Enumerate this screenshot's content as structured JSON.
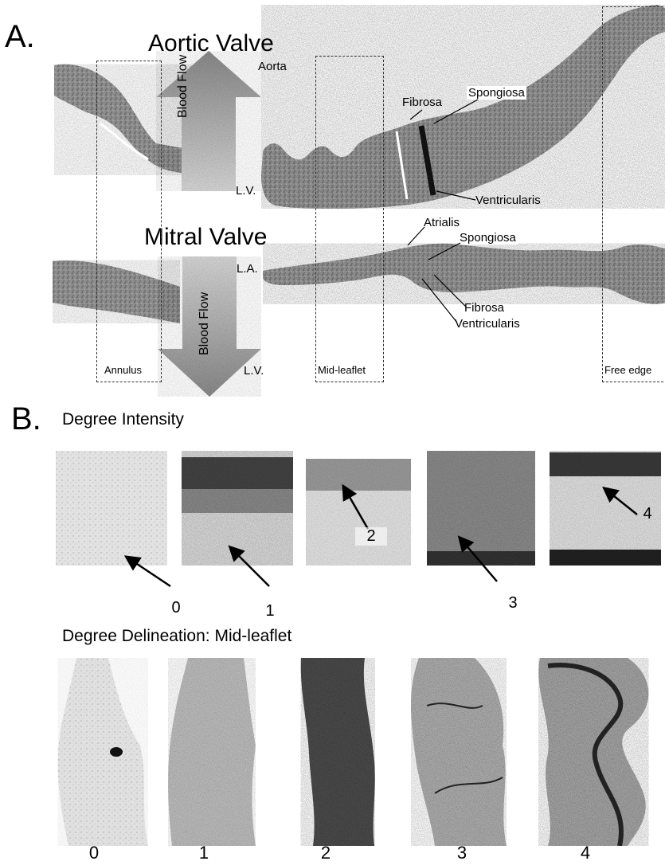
{
  "panel_a": {
    "letter": "A.",
    "aortic_title": "Aortic Valve",
    "mitral_title": "Mitral Valve",
    "aorta": "Aorta",
    "blood_flow_top": "Blood Flow",
    "blood_flow_bottom": "Blood Flow",
    "lv_top": "L.V.",
    "lv_bottom": "L.V.",
    "la": "L.A.",
    "aortic_layers": {
      "fibrosa": "Fibrosa",
      "spongiosa": "Spongiosa",
      "ventricularis": "Ventricularis"
    },
    "mitral_layers": {
      "atrialis": "Atrialis",
      "spongiosa": "Spongiosa",
      "fibrosa": "Fibrosa",
      "ventricularis": "Ventricularis"
    },
    "regions": {
      "annulus": "Annulus",
      "mid_leaflet": "Mid-leaflet",
      "free_edge": "Free edge"
    }
  },
  "panel_b": {
    "letter": "B.",
    "intensity_title": "Degree Intensity",
    "intensity_labels": [
      "0",
      "1",
      "2",
      "3",
      "4"
    ],
    "delineation_title": "Degree Delineation: Mid-leaflet",
    "delineation_labels": [
      "0",
      "1",
      "2",
      "3",
      "4"
    ]
  }
}
